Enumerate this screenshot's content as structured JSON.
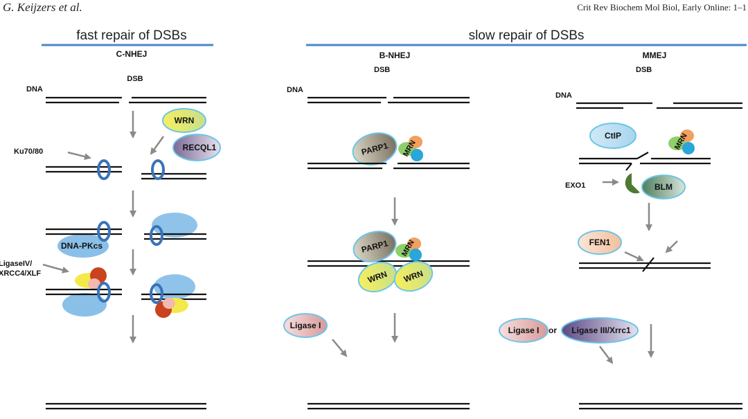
{
  "header": {
    "author": "G. Keijzers et al.",
    "journal": "Crit Rev Biochem Mol Biol, Early Online: 1–1"
  },
  "sections": {
    "fast": "fast repair of DSBs",
    "slow": "slow repair of DSBs"
  },
  "pathways": {
    "cnhej": "C-NHEJ",
    "bnhej": "B-NHEJ",
    "mmej": "MMEJ"
  },
  "labels": {
    "dna": "DNA",
    "dsb": "DSB",
    "ku": "Ku70/80",
    "ligase4_line1": "LigaseIV/",
    "ligase4_line2": "XRCC4/XLF",
    "exo1": "EXO1",
    "or": "or"
  },
  "proteins": {
    "wrn": "WRN",
    "recql1": "RECQL1",
    "dnapkcs": "DNA-PKcs",
    "parp1": "PARP1",
    "mrn": "MRN",
    "ligase1": "Ligase I",
    "ctip": "CtIP",
    "blm": "BLM",
    "fen1": "FEN1",
    "ligase3": "Ligase III/Xrrc1"
  },
  "colors": {
    "title_rule": "#4a86c8",
    "ku_ring": "#3a73b8",
    "dnapk": "#7db8e6",
    "wrn_fill": "#f4ec5c",
    "ligase_fill": "#f3c9c9",
    "exo1": "#4e7a32",
    "arrow": "#8a8a8a"
  }
}
